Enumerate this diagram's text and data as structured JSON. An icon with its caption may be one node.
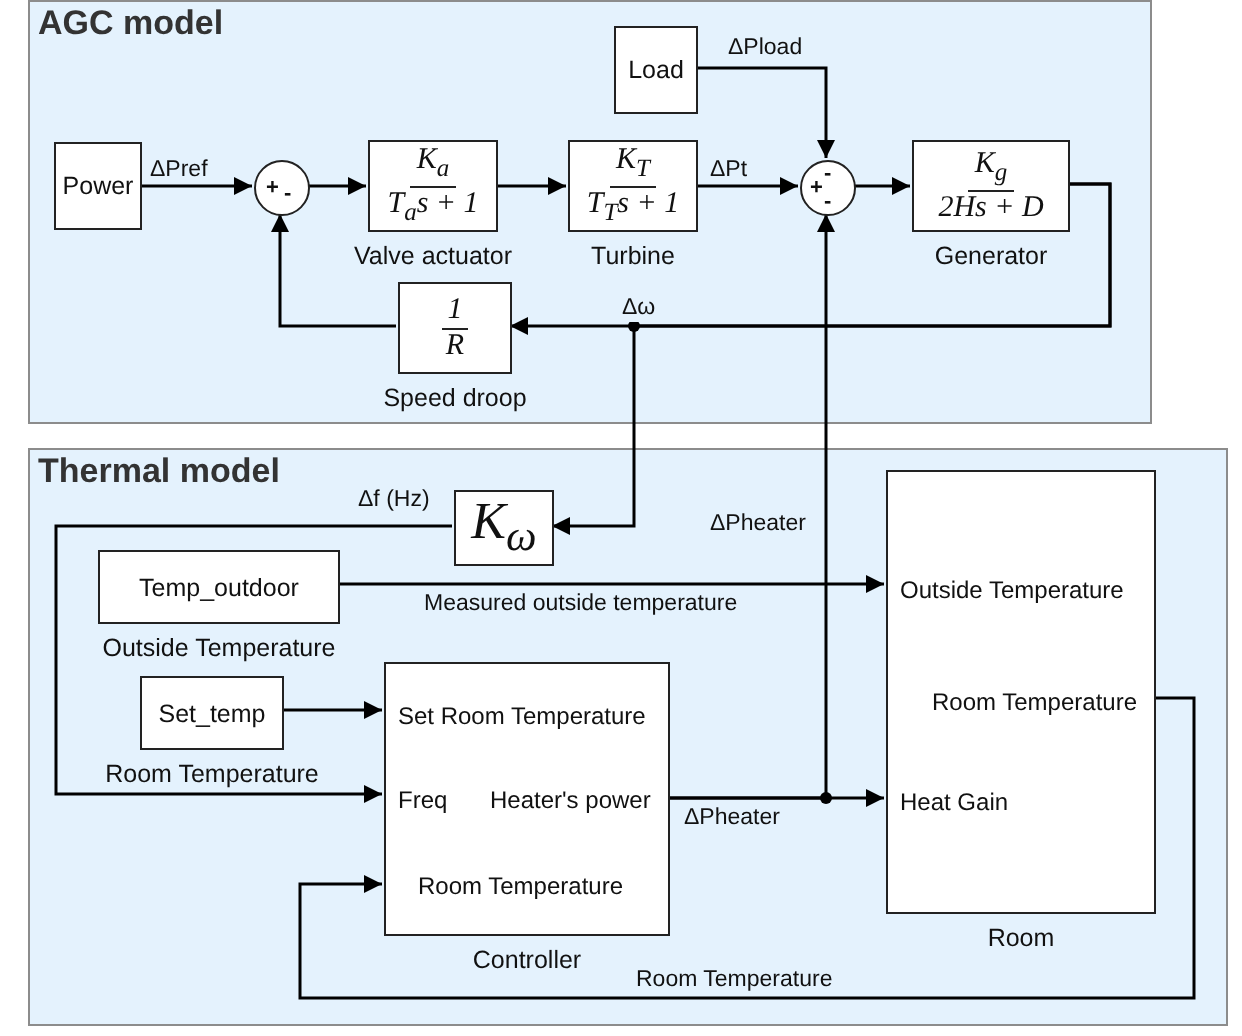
{
  "diagram": {
    "nodes": [
      {
        "text": [
          "AGC model"
        ]
      },
      {
        "text": [
          "Power"
        ],
        "in": 0
      },
      {
        "text": [
          "+",
          "-"
        ],
        "in": 0
      },
      {
        "text": [
          "K$_{a}$",
          "T$_{a}$s + 1"
        ],
        "beside": [
          "Valve actuator"
        ],
        "in": 0
      },
      {
        "text": [
          "K$_{T}$",
          "T$_{T}$s + 1"
        ],
        "beside": [
          "Turbine"
        ],
        "in": 0
      },
      {
        "text": [
          "Load"
        ],
        "in": 0
      },
      {
        "text": [
          "-",
          "+",
          "-"
        ],
        "in": 0
      },
      {
        "text": [
          "K$_{g}$",
          "2Hs + D"
        ],
        "beside": [
          "Generator"
        ],
        "in": 0
      },
      {
        "text": [
          "1",
          "R"
        ],
        "beside": [
          "Speed droop"
        ],
        "in": 0
      },
      {
        "text": [
          "Thermal model"
        ]
      },
      {
        "text": [
          "K$_{ω}$"
        ],
        "in": 9
      },
      {
        "text": [
          "Temp_outdoor"
        ],
        "beside": [
          "Outside Temperature"
        ],
        "in": 9
      },
      {
        "text": [
          "Set_temp"
        ],
        "beside": [
          "Room Temperature"
        ],
        "in": 9
      },
      {
        "text": [
          "Set Room Temperature",
          "Freq",
          "Heater's power",
          "Room Temperature"
        ],
        "beside": [
          "Controller"
        ],
        "in": 9
      },
      {
        "text": [
          "Outside Temperature",
          "Room Temperature",
          "Heat Gain"
        ],
        "beside": [
          "Room"
        ],
        "in": 9
      }
    ],
    "edges": [
      {
        "from": 1,
        "to": 2,
        "arrow": "to",
        "label": "ΔPref"
      },
      {
        "from": 2,
        "to": 3,
        "arrow": "to"
      },
      {
        "from": 3,
        "to": 4,
        "arrow": "to"
      },
      {
        "from": 4,
        "to": 6,
        "arrow": "to",
        "label": "ΔPt"
      },
      {
        "from": 5,
        "to": 6,
        "arrow": "to",
        "label": "ΔPload"
      },
      {
        "from": 6,
        "to": 7,
        "arrow": "to"
      },
      {
        "from": 7,
        "to": 8,
        "arrow": "to",
        "label": "Δω"
      },
      {
        "from": 8,
        "to": 2,
        "arrow": "to"
      },
      {
        "from": 7,
        "to": 10,
        "arrow": "to"
      },
      {
        "from": 10,
        "to": 13,
        "arrow": "to",
        "label": "Δf (Hz)"
      },
      {
        "from": 11,
        "to": 14,
        "arrow": "to",
        "label": "Measured outside temperature"
      },
      {
        "from": 12,
        "to": 13,
        "arrow": "to"
      },
      {
        "from": 13,
        "to": 14,
        "arrow": "to",
        "label": "ΔPheater"
      },
      {
        "from": 13,
        "to": 6,
        "arrow": "to",
        "label": "ΔPheater"
      },
      {
        "from": 14,
        "to": 13,
        "arrow": "to",
        "label": "Room Temperature"
      }
    ]
  }
}
